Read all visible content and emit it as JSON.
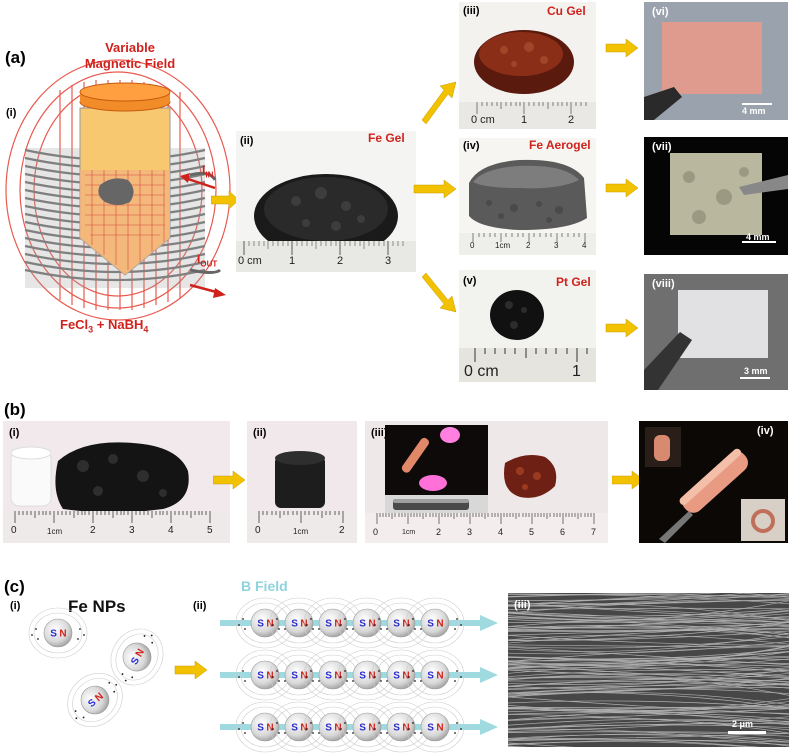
{
  "panel_a": {
    "label": "(a)",
    "i": {
      "label": "(i)",
      "field_title_1": "Variable",
      "field_title_2": "Magnetic Field",
      "i_in": "I",
      "i_in_sub": "IN",
      "i_out": "I",
      "i_out_sub": "OUT",
      "reagents_1": "FeCl",
      "reagents_sub3": "3",
      "reagents_2": " + NaBH",
      "reagents_sub4": "4"
    },
    "ii": {
      "label": "(ii)",
      "title": "Fe Gel",
      "ruler": [
        "0 cm",
        "1",
        "2",
        "3"
      ]
    },
    "iii": {
      "label": "(iii)",
      "title": "Cu Gel",
      "ruler": [
        "0 cm",
        "1",
        "2"
      ]
    },
    "iv": {
      "label": "(iv)",
      "title": "Fe Aerogel",
      "ruler": [
        "0",
        "1cm",
        "2",
        "3",
        "4"
      ]
    },
    "v": {
      "label": "(v)",
      "title": "Pt Gel",
      "ruler": [
        "0 cm",
        "1"
      ]
    },
    "vi": {
      "label": "(vi)",
      "scale": "4 mm"
    },
    "vii": {
      "label": "(vii)",
      "scale": "4 mm"
    },
    "viii": {
      "label": "(viii)",
      "scale": "3 mm"
    }
  },
  "panel_b": {
    "label": "(b)",
    "i": {
      "label": "(i)",
      "ruler": [
        "0",
        "1cm",
        "2",
        "3",
        "4",
        "5"
      ]
    },
    "ii": {
      "label": "(ii)",
      "ruler": [
        "0",
        "1cm",
        "2"
      ]
    },
    "iii": {
      "label": "(iii)",
      "ruler": [
        "0",
        "1cm",
        "2",
        "3",
        "4",
        "5",
        "6",
        "7"
      ]
    },
    "iv": {
      "label": "(iv)"
    }
  },
  "panel_c": {
    "label": "(c)",
    "i": {
      "label": "(i)",
      "title": "Fe NPs"
    },
    "ii": {
      "label": "(ii)",
      "title": "B Field"
    },
    "iii": {
      "label": "(iii)",
      "scale": "2 μm"
    },
    "pole_s": "S",
    "pole_n": "N"
  },
  "colors": {
    "red": "#d0221c",
    "arrow": "#f2c200",
    "field": "#8fd3dc"
  }
}
